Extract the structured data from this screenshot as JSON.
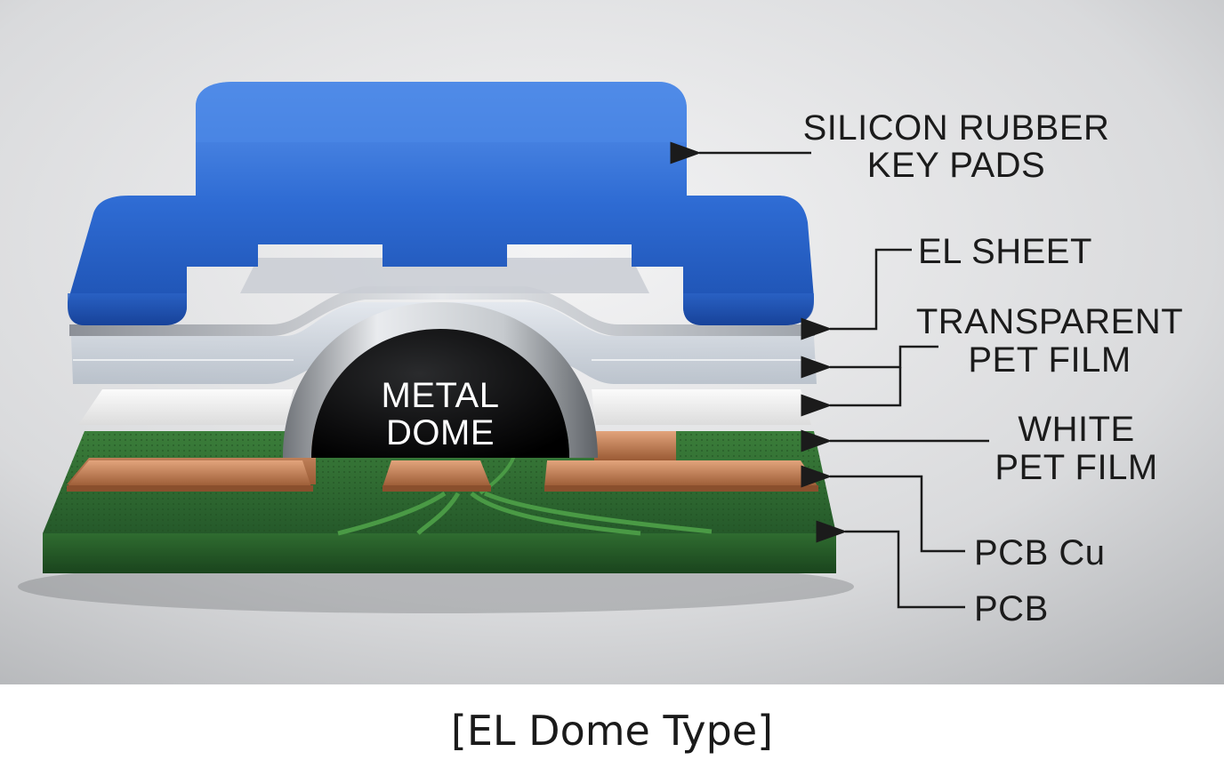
{
  "diagram": {
    "layers": [
      {
        "id": "silicon-rubber-key-pads",
        "label_lines": [
          "SILICON RUBBER",
          "KEY PADS"
        ],
        "color": "#2f6ad0"
      },
      {
        "id": "el-sheet",
        "label_lines": [
          "EL SHEET"
        ],
        "color": "#cfd6de"
      },
      {
        "id": "transparent-pet-film",
        "label_lines": [
          "TRANSPARENT",
          "PET FILM"
        ],
        "color": "#c9d2dc"
      },
      {
        "id": "white-pet-film",
        "label_lines": [
          "WHITE",
          "PET FILM"
        ],
        "color": "#f1f1f1"
      },
      {
        "id": "pcb-cu",
        "label_lines": [
          "PCB Cu"
        ],
        "color": "#b87348"
      },
      {
        "id": "pcb",
        "label_lines": [
          "PCB"
        ],
        "color": "#2c6b2e"
      }
    ],
    "dome_label_lines": [
      "METAL",
      "DOME"
    ],
    "dome_color": "#141414"
  },
  "caption": "[EL Dome Type]"
}
